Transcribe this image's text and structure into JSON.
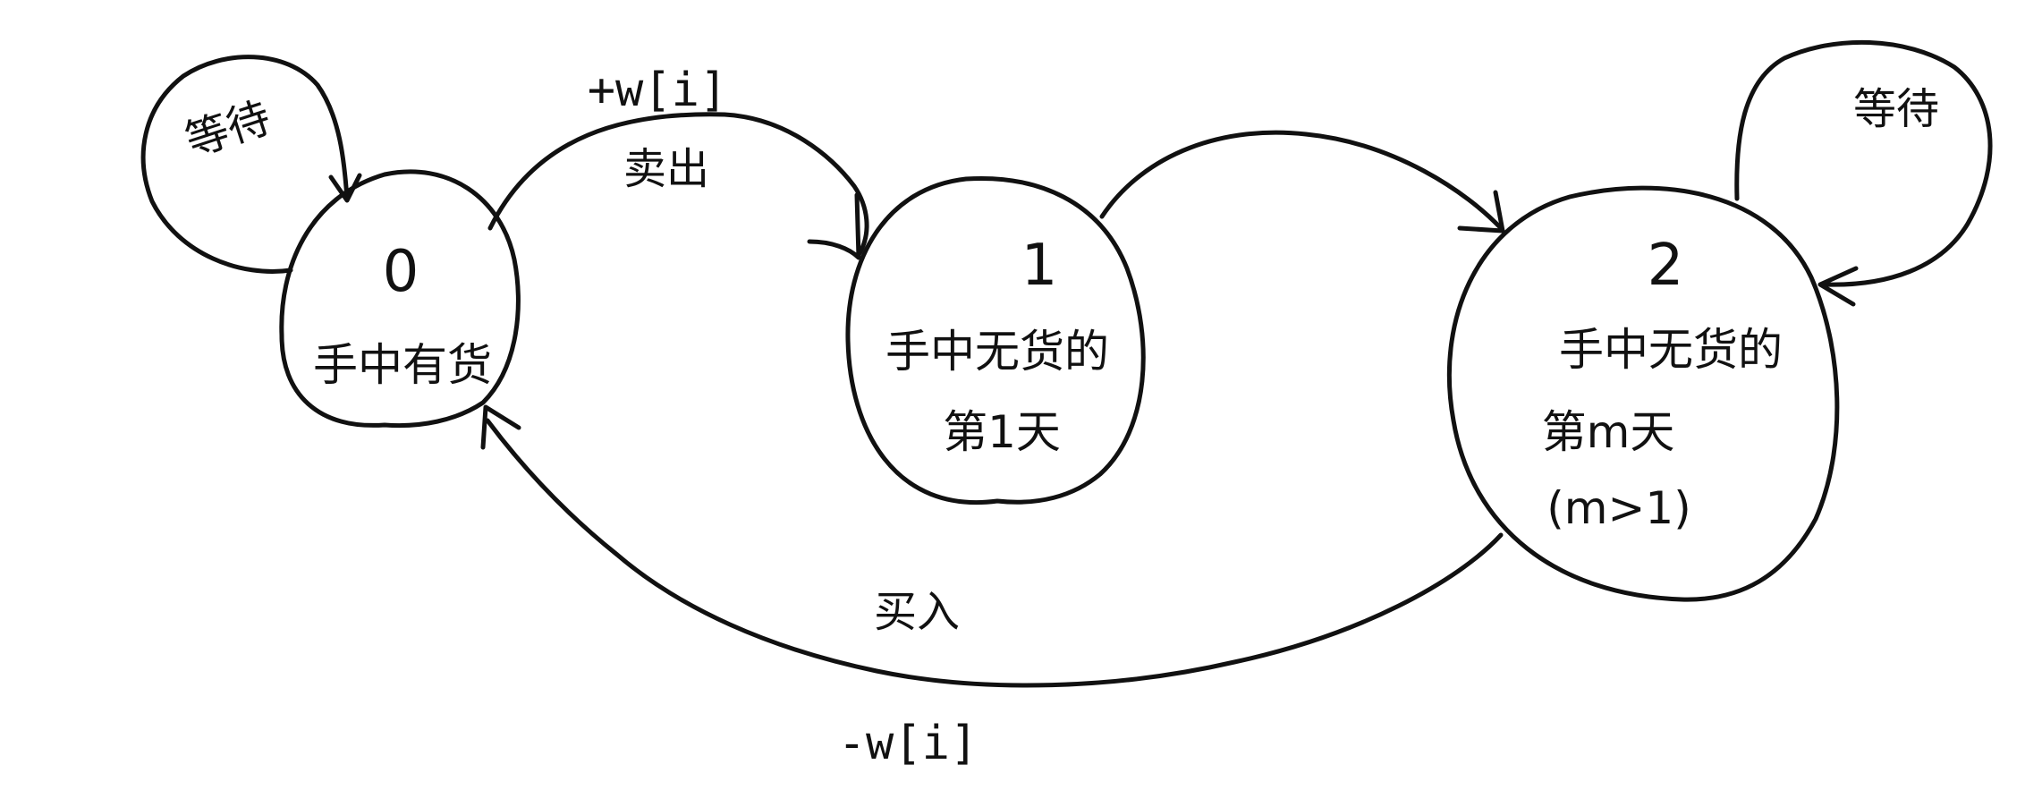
{
  "states": [
    {
      "number": "0",
      "label_line1": "手中有货"
    },
    {
      "number": "1",
      "label_line1": "手中无货的",
      "label_line2": "第1天"
    },
    {
      "number": "2",
      "label_line1": "手中无货的",
      "label_line2": "第m天",
      "label_line3": "(m>1)"
    }
  ],
  "edges": {
    "wait_left": "等待",
    "sell_weight": "+w[i]",
    "sell_label": "卖出",
    "wait_right": "等待",
    "buy_label": "买入",
    "buy_weight": "-w[i]"
  },
  "icons": {
    "arrowhead": "chevron-arrowhead-icon"
  }
}
